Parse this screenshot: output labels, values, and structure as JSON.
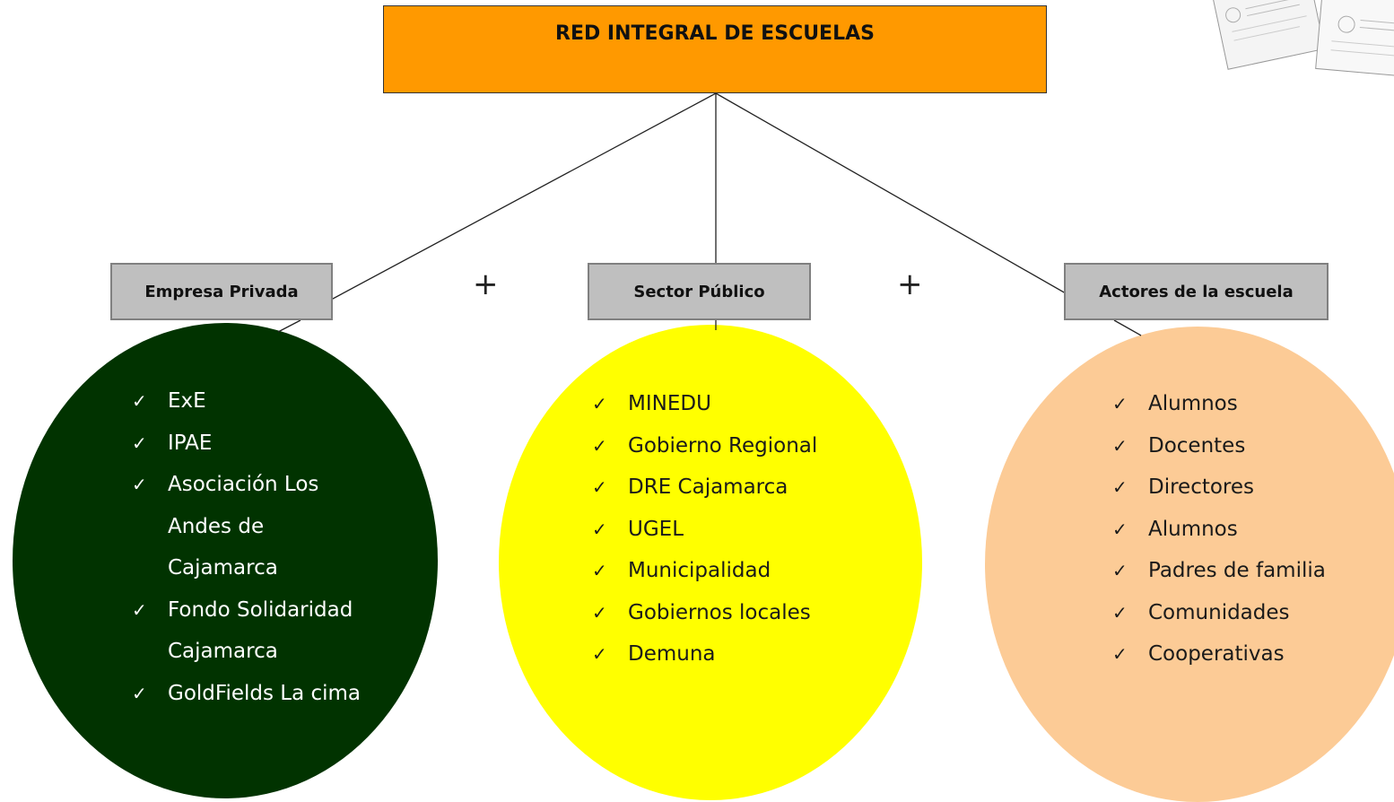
{
  "root": {
    "title": "RED INTEGRAL DE ESCUELAS"
  },
  "categories": [
    {
      "label": "Empresa Privada",
      "color": "#013300",
      "text_color": "#ffffff",
      "items": [
        "ExE",
        "IPAE",
        "Asociación Los Andes de Cajamarca",
        "Fondo Solidaridad Cajamarca",
        "GoldFields La cima"
      ]
    },
    {
      "label": "Sector Público",
      "color": "#ffff00",
      "text_color": "#1a1a1a",
      "items": [
        "MINEDU",
        "Gobierno Regional",
        "DRE Cajamarca",
        "UGEL",
        "Municipalidad",
        "Gobiernos locales",
        "Demuna"
      ]
    },
    {
      "label": "Actores de la escuela",
      "color": "#fccb96",
      "text_color": "#1a1a1a",
      "items": [
        "Alumnos",
        "Docentes",
        "Directores",
        "Alumnos",
        "Padres de familia",
        "Comunidades",
        "Cooperativas"
      ]
    }
  ],
  "operators": [
    "+",
    "+"
  ],
  "check_icon": "check-icon",
  "colors": {
    "root": "#ff9900",
    "category_box": "#bfbfbf"
  }
}
